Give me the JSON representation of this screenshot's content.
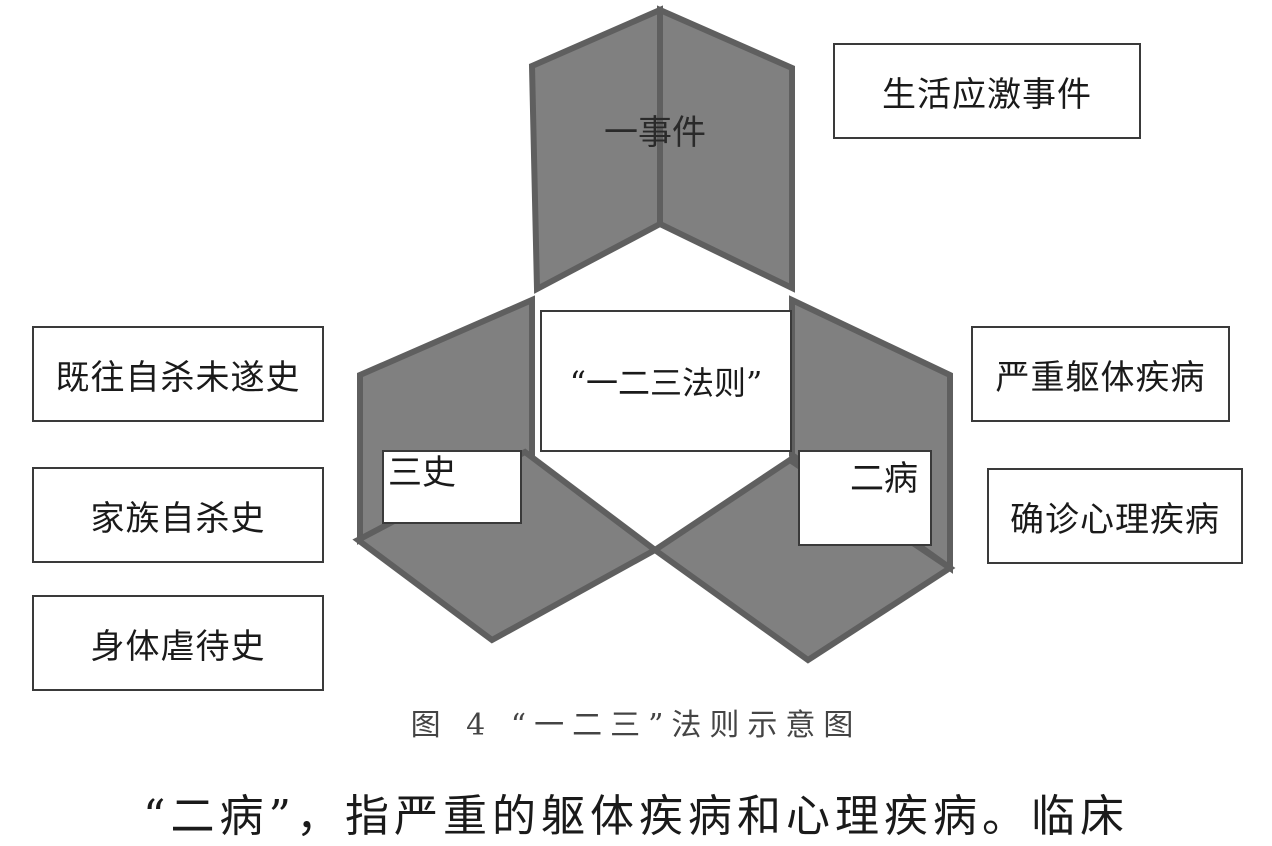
{
  "center_label": "“一二三法则”",
  "top_label": "一事件",
  "left_label": "三史",
  "right_label": "二病",
  "right_top_box": "生活应激事件",
  "left_boxes": [
    "既往自杀未遂史",
    "家族自杀史",
    "身体虐待史"
  ],
  "right_boxes": [
    "严重躯体疾病",
    "确诊心理疾病"
  ],
  "caption": "图 4 “一二三”法则示意图",
  "body_text": "“二病”，指严重的躯体疾病和心理疾病。临床",
  "colors": {
    "panel_fill": "#808080",
    "panel_stroke": "#5f5f5f",
    "box_border": "#3a3a3a"
  }
}
